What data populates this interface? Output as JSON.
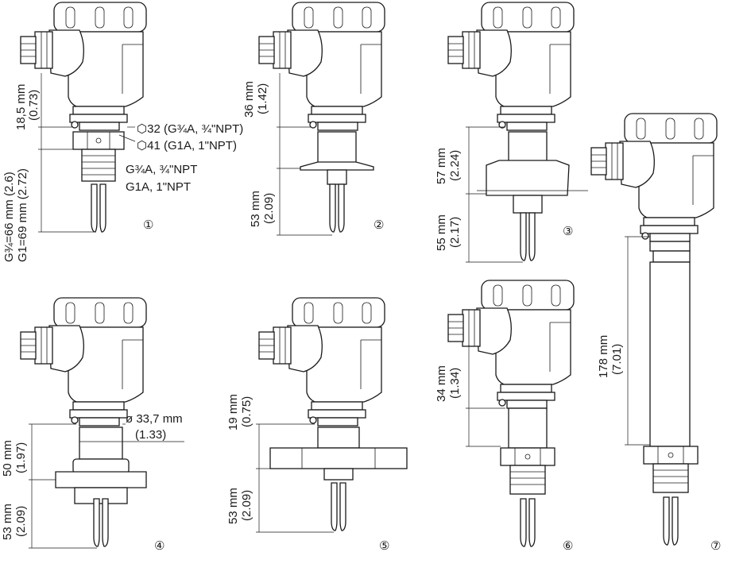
{
  "variants": [
    {
      "number": "①",
      "dims": [
        {
          "text": "18,5 mm",
          "sub": "(0.73)"
        },
        {
          "text": "G¾=66 mm (2.6)",
          "sub": "G1=69 mm (2.72)"
        }
      ],
      "wrench": [
        "32 (G¾A, ¾\"NPT)",
        "41 (G1A, 1\"NPT)"
      ],
      "thread": [
        "G¾A, ¾\"NPT",
        "G1A, 1\"NPT"
      ]
    },
    {
      "number": "②",
      "dims": [
        {
          "text": "36 mm",
          "sub": "(1.42)"
        },
        {
          "text": "53 mm",
          "sub": "(2.09)"
        }
      ]
    },
    {
      "number": "③",
      "dims": [
        {
          "text": "57 mm",
          "sub": "(2.24)"
        },
        {
          "text": "55 mm",
          "sub": "(2.17)"
        }
      ]
    },
    {
      "number": "④",
      "dims": [
        {
          "text": "50 mm",
          "sub": "(1.97)"
        },
        {
          "text": "53 mm",
          "sub": "(2.09)"
        }
      ],
      "diameter": {
        "text": "ø 33,7 mm",
        "sub": "(1.33)"
      }
    },
    {
      "number": "⑤",
      "dims": [
        {
          "text": "19 mm",
          "sub": "(0.75)"
        },
        {
          "text": "53 mm",
          "sub": "(2.09)"
        }
      ]
    },
    {
      "number": "⑥",
      "dims": [
        {
          "text": "34 mm",
          "sub": "(1.34)"
        }
      ]
    },
    {
      "number": "⑦",
      "dims": [
        {
          "text": "178 mm",
          "sub": "(7.01)"
        }
      ]
    }
  ]
}
